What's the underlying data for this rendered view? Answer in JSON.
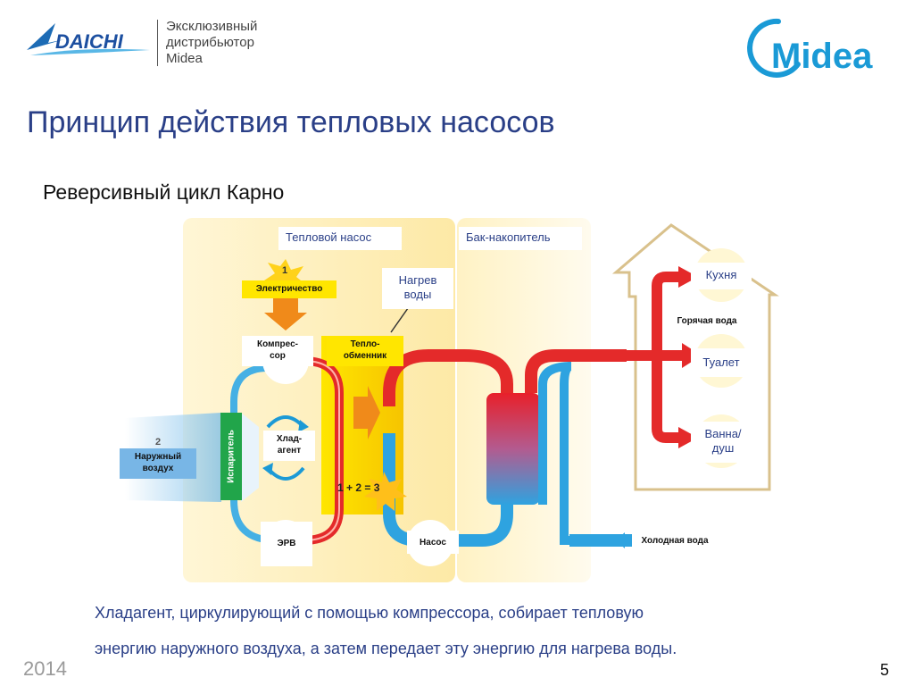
{
  "header": {
    "daichi_logo_text": "DAICHI",
    "distributor_lines": [
      "Эксклюзивный",
      "дистрибьютор",
      "Midea"
    ],
    "midea_logo_text": "Midea"
  },
  "title": "Принцип действия тепловых насосов",
  "subtitle": "Реверсивный цикл Карно",
  "diagram": {
    "section_heat_pump": "Тепловой насос",
    "section_tank": "Бак-накопитель",
    "step1": "1",
    "step2": "2",
    "electricity": "Электричество",
    "water_heating_lines": [
      "Нагрев",
      "воды"
    ],
    "compressor_lines": [
      "Компрес-",
      "сор"
    ],
    "heat_exchanger_lines": [
      "Тепло-",
      "обменник"
    ],
    "refrigerant_lines": [
      "Хлад-",
      "агент"
    ],
    "evaporator": "Испаритель",
    "outside_air_lines": [
      "Наружный",
      "воздух"
    ],
    "sum_label": "1 + 2 = 3",
    "erv": "ЭРВ",
    "pump": "Насос",
    "hot_water": "Горячая вода",
    "cold_water": "Холодная вода",
    "kitchen": "Кухня",
    "toilet": "Туалет",
    "bath_lines": [
      "Ванна/",
      "душ"
    ]
  },
  "description_lines": [
    "Хладагент, циркулирующий с помощью компрессора, собирает тепловую",
    "энергию наружного воздуха, а затем передает эту энергию для нагрева воды."
  ],
  "footer": {
    "year": "2014",
    "page": "5"
  },
  "colors": {
    "title_blue": "#2a3f87",
    "hot_red": "#e41e26",
    "cold_blue": "#1c9ad6",
    "evaporator_green": "#21a54a",
    "label_yellow": "#ffe600"
  }
}
